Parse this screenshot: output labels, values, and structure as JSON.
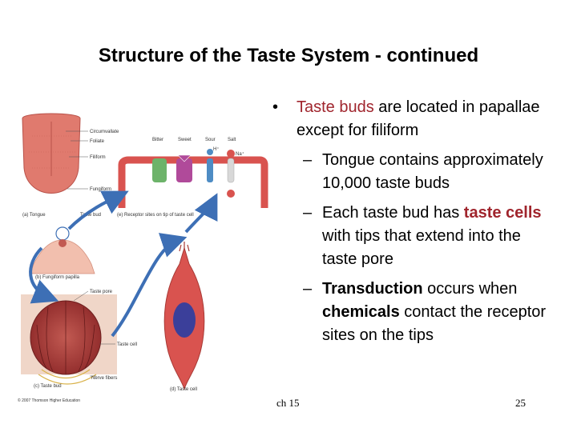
{
  "slide": {
    "title": "Structure of the Taste System - continued",
    "bullet1": {
      "term": "Taste buds",
      "rest": " are located in papallae except for filiform"
    },
    "sub1": "Tongue contains approximately 10,000 taste buds",
    "sub2": {
      "before": "Each taste bud has ",
      "term": "taste cells",
      "after": " with tips that extend into the taste pore"
    },
    "sub3": {
      "term1": "Transduction",
      "mid": " occurs when ",
      "term2": "chemicals",
      "after": " contact the receptor sites on the tips"
    },
    "footer_left": "ch 15",
    "footer_right": "25",
    "bullet_glyph": "•",
    "dash_glyph": "–"
  },
  "figure": {
    "labels": {
      "circumvallate": "Circumvallate",
      "foliate": "Foliate",
      "filiform": "Filiform",
      "fungiform": "Fungiform",
      "tongue": "(a) Tongue",
      "taste_bud": "Taste bud",
      "receptor_sites": "(e) Receptor sites on tip of taste cell",
      "fungiform_papilla": "(b) Fungiform papilla",
      "taste_pore": "Taste pore",
      "taste_cell": "Taste cell",
      "nerve_fibers": "Nerve fibers",
      "c_taste_bud": "(c) Taste bud",
      "d_taste_cell": "(d) Taste cell",
      "bitter": "Bitter",
      "sweet": "Sweet",
      "sour": "Sour",
      "salt": "Salt",
      "na": "Na⁺",
      "h": "H⁺",
      "copyright": "© 2007 Thomson Higher Education"
    },
    "colors": {
      "title_term": "#a0252d",
      "tongue": "#e07a6e",
      "cell_membrane": "#d9534f",
      "arrow": "#3d6fb5",
      "bitter": "#6db36a",
      "sweet": "#b04a9a",
      "sour": "#4e8cc4",
      "salt": "#d8d8d8"
    }
  }
}
